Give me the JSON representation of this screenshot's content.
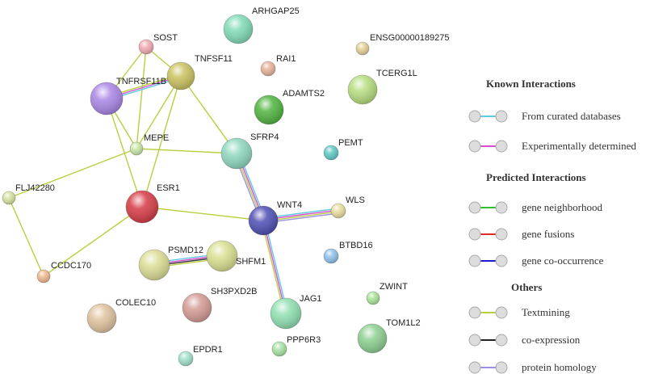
{
  "network": {
    "nodes": [
      {
        "id": "SOST",
        "label": "SOST",
        "color": "#f2aab3"
      },
      {
        "id": "TNFSF11",
        "label": "TNFSF11",
        "color": "#c9c15e"
      },
      {
        "id": "TNFRSF11B",
        "label": "TNFRSF11B",
        "color": "#a985e6"
      },
      {
        "id": "ARHGAP25",
        "label": "ARHGAP25",
        "color": "#7fdbb5"
      },
      {
        "id": "RAI1",
        "label": "RAI1",
        "color": "#e8b29a"
      },
      {
        "id": "ENSG00000189275",
        "label": "ENSG00000189275",
        "color": "#e3cf96"
      },
      {
        "id": "TCERG1L",
        "label": "TCERG1L",
        "color": "#b5dd7e"
      },
      {
        "id": "ADAMTS2",
        "label": "ADAMTS2",
        "color": "#4fb33f"
      },
      {
        "id": "MEPE",
        "label": "MEPE",
        "color": "#c9e6a6"
      },
      {
        "id": "SFRP4",
        "label": "SFRP4",
        "color": "#8ed8c0"
      },
      {
        "id": "PEMT",
        "label": "PEMT",
        "color": "#5ec9c4"
      },
      {
        "id": "FLJ42280",
        "label": "FLJ42280",
        "color": "#d6e3a0"
      },
      {
        "id": "ESR1",
        "label": "ESR1",
        "color": "#d63a44"
      },
      {
        "id": "WNT4",
        "label": "WNT4",
        "color": "#4d4db3"
      },
      {
        "id": "WLS",
        "label": "WLS",
        "color": "#e8dd9c"
      },
      {
        "id": "SHFM1",
        "label": "SHFM1",
        "color": "#d8e08f"
      },
      {
        "id": "PSMD12",
        "label": "PSMD12",
        "color": "#dadd93"
      },
      {
        "id": "BTBD16",
        "label": "BTBD16",
        "color": "#8ec0eb"
      },
      {
        "id": "CCDC170",
        "label": "CCDC170",
        "color": "#efb98c"
      },
      {
        "id": "COLEC10",
        "label": "COLEC10",
        "color": "#e0c29f"
      },
      {
        "id": "SH3PXD2B",
        "label": "SH3PXD2B",
        "color": "#d49a93"
      },
      {
        "id": "JAG1",
        "label": "JAG1",
        "color": "#8ee0b0"
      },
      {
        "id": "ZWINT",
        "label": "ZWINT",
        "color": "#a9e49a"
      },
      {
        "id": "TOM1L2",
        "label": "TOM1L2",
        "color": "#8ccf8f"
      },
      {
        "id": "PPP6R3",
        "label": "PPP6R3",
        "color": "#a7e3a4"
      },
      {
        "id": "EPDR1",
        "label": "EPDR1",
        "color": "#9fe0cb"
      }
    ],
    "edges": [
      {
        "source": "SOST",
        "target": "TNFSF11",
        "colors": [
          "#bbce3f"
        ]
      },
      {
        "source": "SOST",
        "target": "TNFRSF11B",
        "colors": [
          "#bbce3f"
        ]
      },
      {
        "source": "SOST",
        "target": "MEPE",
        "colors": [
          "#bbce3f"
        ]
      },
      {
        "source": "TNFSF11",
        "target": "TNFRSF11B",
        "colors": [
          "#5fc9e0",
          "#d24fd0",
          "#bbce3f"
        ]
      },
      {
        "source": "TNFSF11",
        "target": "MEPE",
        "colors": [
          "#bbce3f"
        ]
      },
      {
        "source": "TNFSF11",
        "target": "ESR1",
        "colors": [
          "#bbce3f"
        ]
      },
      {
        "source": "TNFSF11",
        "target": "SFRP4",
        "colors": [
          "#bbce3f"
        ]
      },
      {
        "source": "TNFRSF11B",
        "target": "MEPE",
        "colors": [
          "#bbce3f"
        ]
      },
      {
        "source": "TNFRSF11B",
        "target": "ESR1",
        "colors": [
          "#bbce3f"
        ]
      },
      {
        "source": "MEPE",
        "target": "SFRP4",
        "colors": [
          "#bbce3f"
        ]
      },
      {
        "source": "MEPE",
        "target": "FLJ42280",
        "colors": [
          "#bbce3f"
        ]
      },
      {
        "source": "FLJ42280",
        "target": "CCDC170",
        "colors": [
          "#bbce3f"
        ]
      },
      {
        "source": "ESR1",
        "target": "CCDC170",
        "colors": [
          "#bbce3f"
        ]
      },
      {
        "source": "ESR1",
        "target": "WNT4",
        "colors": [
          "#bbce3f"
        ]
      },
      {
        "source": "SFRP4",
        "target": "WNT4",
        "colors": [
          "#5fc9e0",
          "#d24fd0",
          "#bbce3f",
          "#9a8fe6"
        ]
      },
      {
        "source": "WNT4",
        "target": "WLS",
        "colors": [
          "#5fc9e0",
          "#d24fd0",
          "#bbce3f",
          "#9a8fe6"
        ]
      },
      {
        "source": "WNT4",
        "target": "JAG1",
        "colors": [
          "#5fc9e0",
          "#d24fd0",
          "#bbce3f"
        ]
      },
      {
        "source": "PSMD12",
        "target": "SHFM1",
        "colors": [
          "#5fc9e0",
          "#d24fd0",
          "#333333",
          "#bbce3f"
        ]
      }
    ]
  },
  "legend": {
    "known_heading": "Known Interactions",
    "curated_label": "From curated databases",
    "curated_color": "#5fc9e0",
    "experimental_label": "Experimentally determined",
    "experimental_color": "#d24fd0",
    "predicted_heading": "Predicted Interactions",
    "neighborhood_label": "gene neighborhood",
    "neighborhood_color": "#2fbf2f",
    "fusion_label": "gene fusions",
    "fusion_color": "#e02a2a",
    "cooccurrence_label": "gene co-occurrence",
    "cooccurrence_color": "#1a1ad0",
    "others_heading": "Others",
    "textmining_label": "Textmining",
    "textmining_color": "#bbce3f",
    "coexpression_label": "co-expression",
    "coexpression_color": "#222222",
    "homology_label": "protein homology",
    "homology_color": "#9a8fe6"
  }
}
